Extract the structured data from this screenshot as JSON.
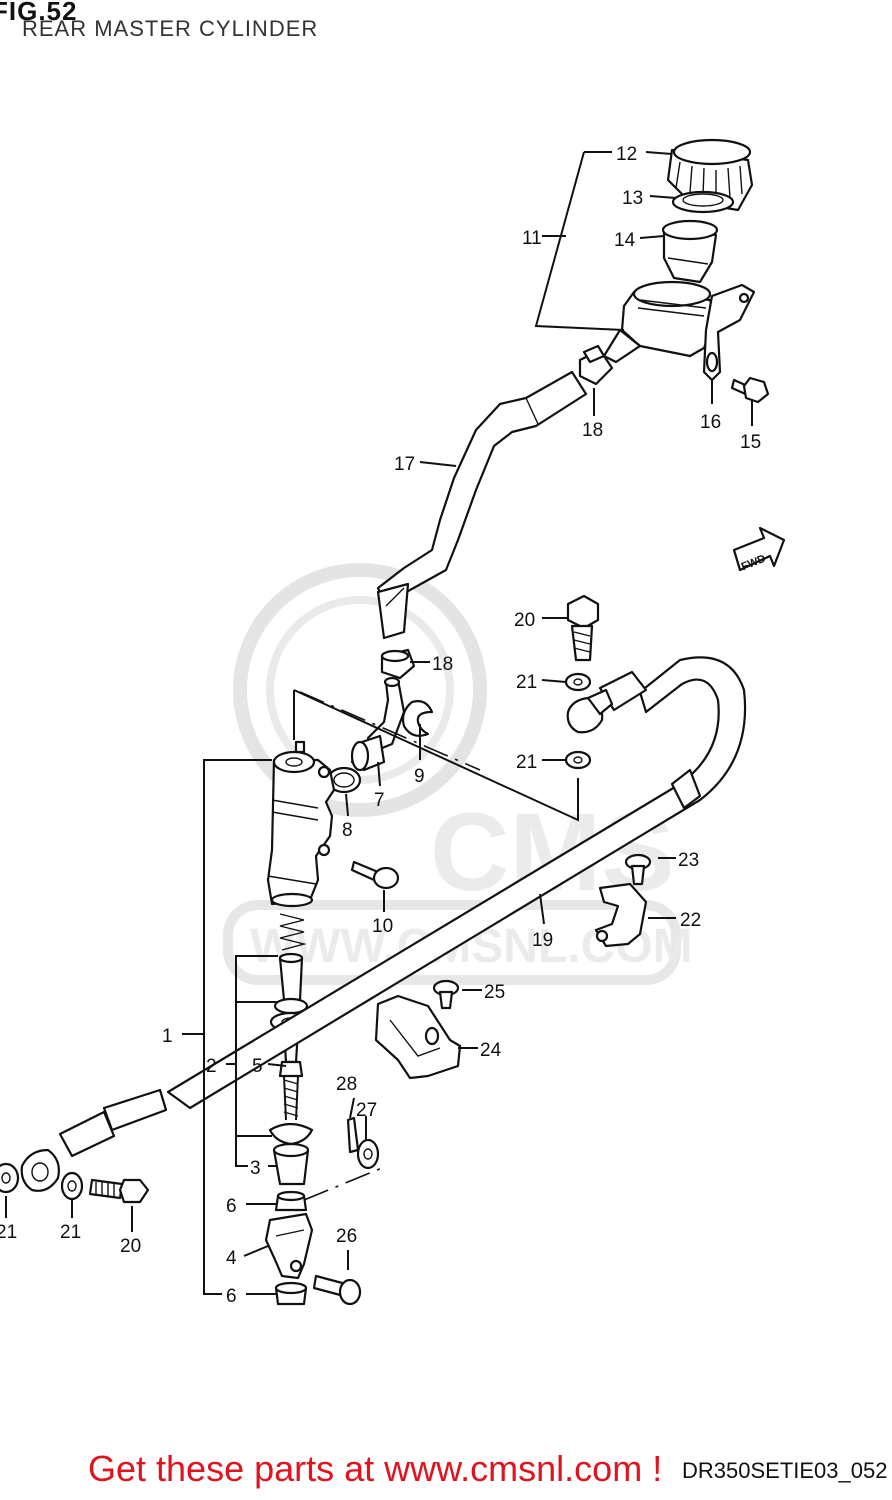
{
  "header": {
    "figure": "FIG.52",
    "title": "REAR MASTER CYLINDER"
  },
  "footer": {
    "code": "DR350SETIE03_052",
    "watermark": "WWW.CMSNL.COM",
    "watermark_logo": "CMS",
    "advert": "Get these parts at www.cmsnl.com !"
  },
  "fwd_arrow": "FWD",
  "callouts": [
    "1",
    "2",
    "3",
    "4",
    "5",
    "6",
    "7",
    "8",
    "9",
    "10",
    "11",
    "12",
    "13",
    "14",
    "15",
    "16",
    "17",
    "18",
    "19",
    "20",
    "21",
    "22",
    "23",
    "24",
    "25",
    "26",
    "27",
    "28"
  ],
  "colors": {
    "line": "#111111",
    "advert": "#e0141e",
    "watermark": "#d9d9d9"
  }
}
